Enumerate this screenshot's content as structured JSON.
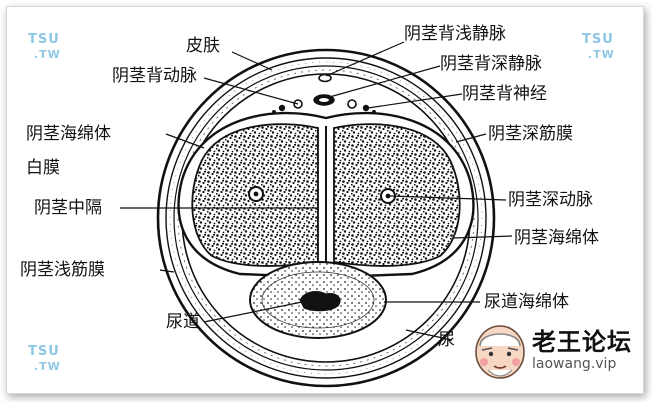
{
  "labels": {
    "skin": "皮肤",
    "dorsal_artery": "阴茎背动脉",
    "corpus_cavernosum_left": "阴茎海绵体",
    "tunica_albuginea": "白膜",
    "septum": "阴茎中隔",
    "superficial_fascia": "阴茎浅筋膜",
    "urethra": "尿道",
    "superficial_dorsal_vein": "阴茎背浅静脉",
    "deep_dorsal_vein": "阴茎背深静脉",
    "dorsal_nerve": "阴茎背神经",
    "deep_fascia": "阴茎深筋膜",
    "deep_artery": "阴茎深动脉",
    "corpus_cavernosum_right": "阴茎海绵体",
    "corpus_spongiosum": "尿道海绵体",
    "partial_hidden": "尿"
  },
  "watermarks": {
    "tsu_line1": "TSU",
    "tsu_line2": ".TW"
  },
  "brand": {
    "title": "老王论坛",
    "url": "laowang.vip"
  }
}
